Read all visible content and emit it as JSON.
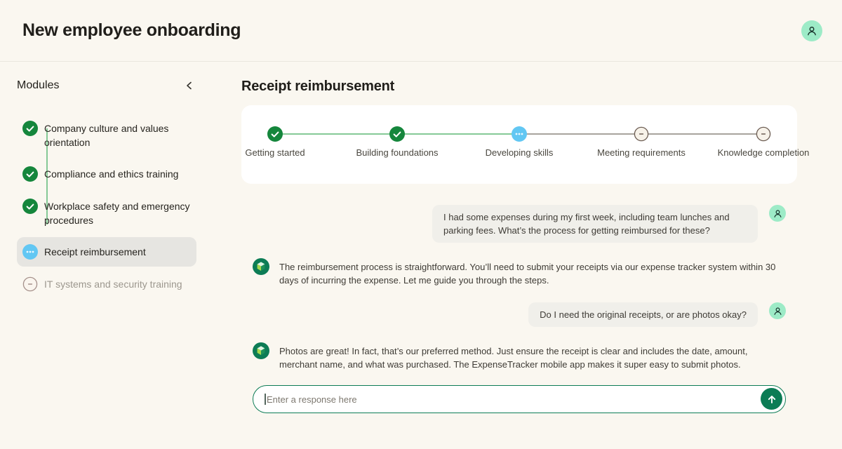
{
  "header": {
    "title": "New employee onboarding"
  },
  "sidebar": {
    "title": "Modules",
    "items": [
      {
        "label": "Company culture and values orientation",
        "status": "complete"
      },
      {
        "label": "Compliance and ethics training",
        "status": "complete"
      },
      {
        "label": "Workplace safety and emergency procedures",
        "status": "complete"
      },
      {
        "label": "Receipt reimbursement",
        "status": "current"
      },
      {
        "label": "IT systems and security training",
        "status": "pending"
      }
    ]
  },
  "main": {
    "title": "Receipt reimbursement",
    "stepper": {
      "steps": [
        {
          "label": "Getting started",
          "status": "complete"
        },
        {
          "label": "Building foundations",
          "status": "complete"
        },
        {
          "label": "Developing skills",
          "status": "current"
        },
        {
          "label": "Meeting requirements",
          "status": "pending"
        },
        {
          "label": "Knowledge completion",
          "status": "pending"
        }
      ]
    },
    "chat": {
      "messages": [
        {
          "role": "user",
          "text": "I had some expenses during my first week, including team lunches and parking fees. What’s the process for getting reimbursed for these?"
        },
        {
          "role": "assistant",
          "text": "The reimbursement process is straightforward. You’ll need to submit your receipts via our expense tracker system within 30 days of incurring the expense. Let me guide you through the steps."
        },
        {
          "role": "user",
          "text": "Do I need the original receipts, or are photos okay?"
        },
        {
          "role": "assistant",
          "text": "Photos are great! In fact, that’s our preferred method. Just ensure the receipt is clear and includes the date, amount, merchant name, and what was purchased. The ExpenseTracker mobile app makes it super easy to submit photos."
        }
      ]
    },
    "input": {
      "placeholder": "Enter a response here"
    }
  },
  "colors": {
    "accent_green": "#15863c",
    "progress_blue": "#62c7f3",
    "brand_teal": "#0c7c55",
    "avatar_mint": "#9debc7",
    "pending_outline": "#6b5c52"
  }
}
